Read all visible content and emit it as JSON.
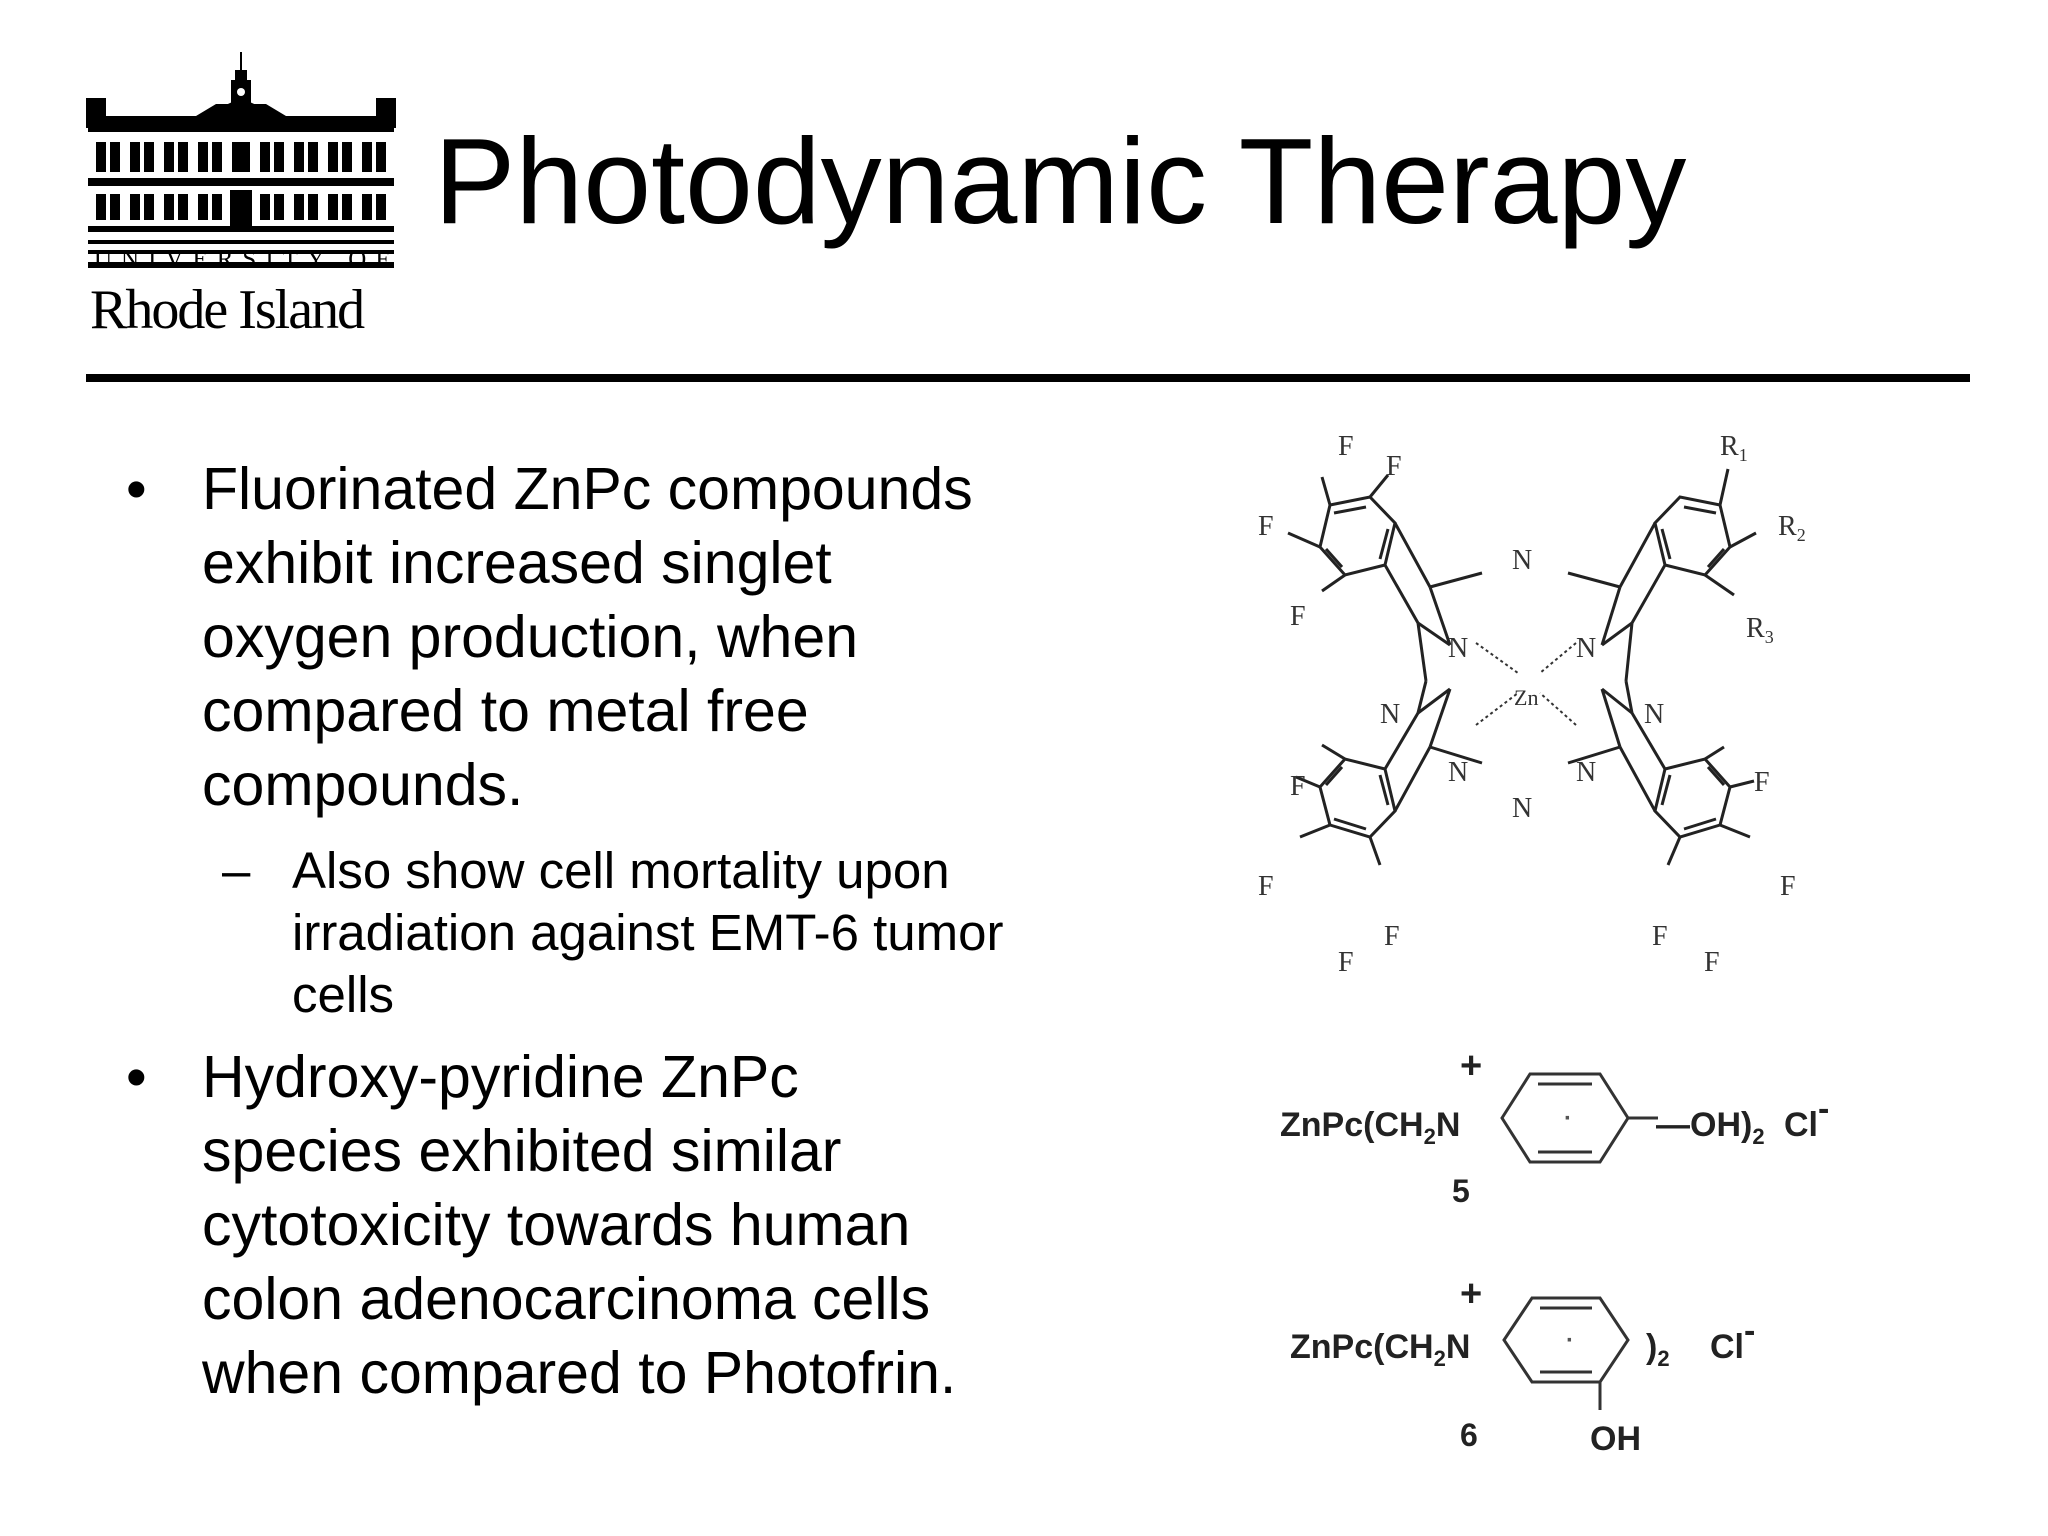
{
  "logo": {
    "line1": "UNIVERSITY OF",
    "line2": "Rhode Island"
  },
  "slide": {
    "title": "Photodynamic Therapy",
    "bullets": [
      {
        "bullet_glyph": "•",
        "text_lines": [
          "Fluorinated ZnPc compounds",
          "exhibit increased singlet",
          "oxygen production, when",
          "compared to metal free",
          "compounds."
        ],
        "sub": {
          "dash_glyph": "–",
          "text_lines": [
            "Also show cell mortality upon",
            "irradiation against EMT-6 tumor",
            "cells"
          ]
        }
      },
      {
        "bullet_glyph": "•",
        "text_lines": [
          "Hydroxy-pyridine ZnPc",
          "species exhibited similar",
          "cytotoxicity towards human",
          "colon adenocarcinoma cells",
          "when compared to Photofrin."
        ]
      }
    ]
  },
  "structure": {
    "atoms": {
      "F": "F",
      "N": "N",
      "Zn": "Zn",
      "R1": "R",
      "R1_sub": "1",
      "R2": "R",
      "R2_sub": "2",
      "R3": "R",
      "R3_sub": "3"
    }
  },
  "compound5": {
    "prefix": "ZnPc(CH",
    "sub2": "2",
    "n": "N",
    "plus": "+",
    "dot": "·",
    "suffix": "—OH)",
    "suffix_sub": "2",
    "counter": "Cl",
    "minus": "-",
    "label": "5"
  },
  "compound6": {
    "prefix": "ZnPc(CH",
    "sub2": "2",
    "n": "N",
    "plus": "+",
    "dot": "·",
    "suffix": ")",
    "suffix_sub": "2",
    "counter": "Cl",
    "minus": "-",
    "oh": "OH",
    "label": "6"
  }
}
